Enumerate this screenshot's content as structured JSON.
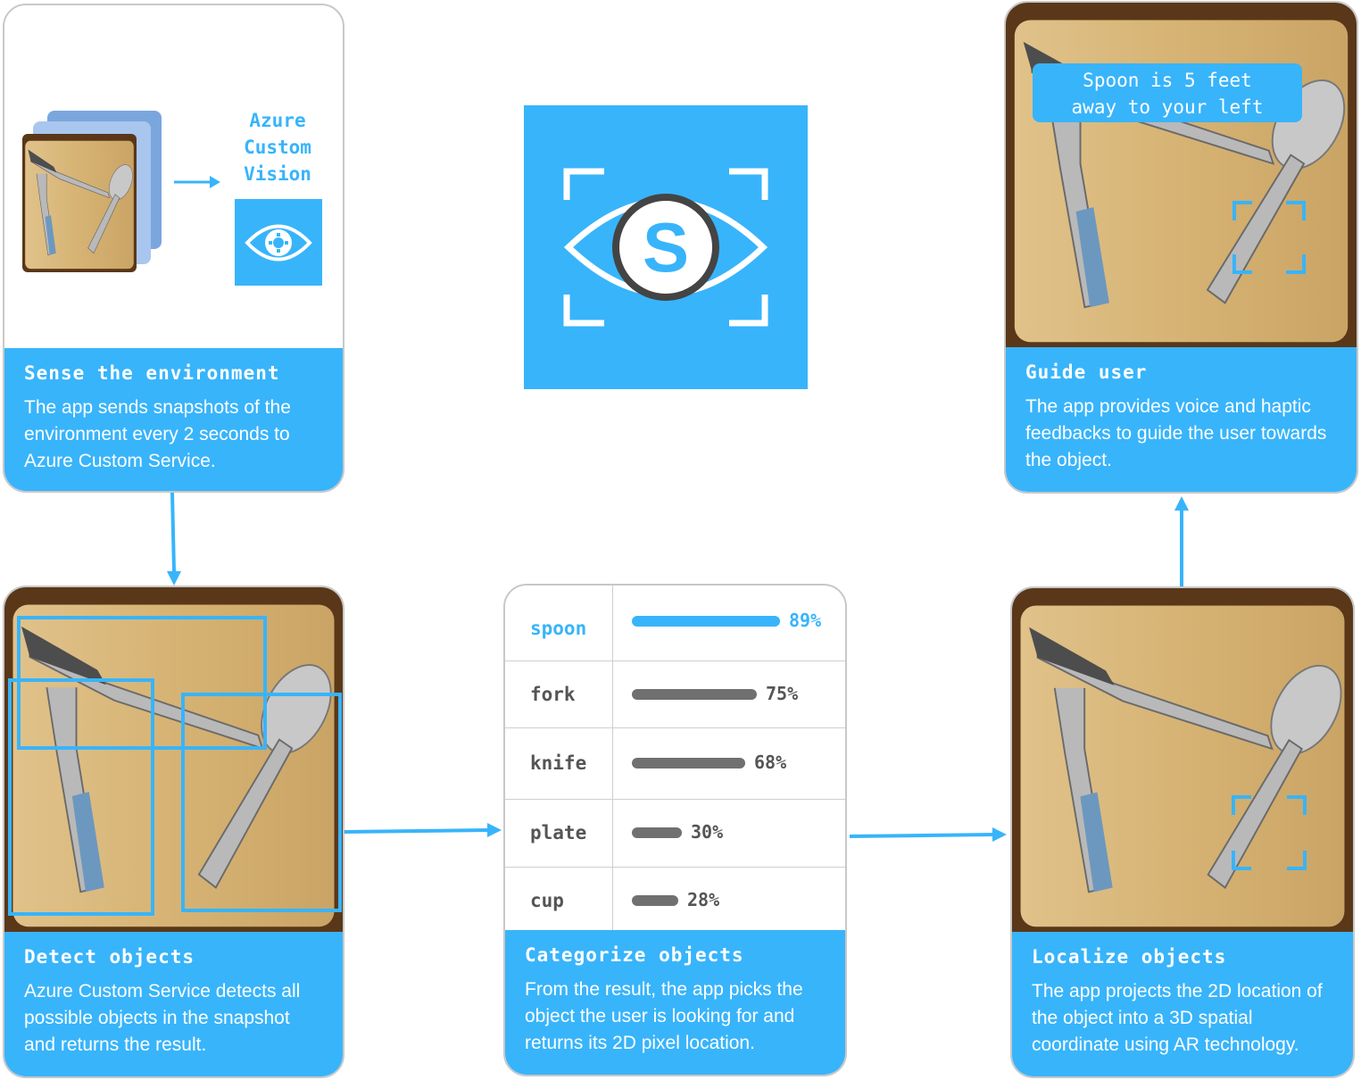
{
  "sense": {
    "title": "Sense the environment",
    "text": "The app sends snapshots of the environment every 2 seconds to Azure Custom Service.",
    "service_label": [
      "Azure",
      "Custom",
      "Vision"
    ]
  },
  "guide": {
    "title": "Guide user",
    "text": "The app provides voice and haptic feedbacks to guide the user towards the object.",
    "bubble": [
      "Spoon is 5 feet",
      "away to your left"
    ]
  },
  "detect": {
    "title": "Detect objects",
    "text": "Azure Custom Service detects all possible objects in the snapshot and returns the result."
  },
  "categorize": {
    "title": "Categorize objects",
    "text": "From the result, the app picks the object the user is looking for and returns its 2D pixel location.",
    "rows": [
      {
        "label": "spoon",
        "pct": "89%",
        "value": 0.89,
        "highlight": true
      },
      {
        "label": "fork",
        "pct": "75%",
        "value": 0.75,
        "highlight": false
      },
      {
        "label": "knife",
        "pct": "68%",
        "value": 0.68,
        "highlight": false
      },
      {
        "label": "plate",
        "pct": "30%",
        "value": 0.3,
        "highlight": false
      },
      {
        "label": "cup",
        "pct": "28%",
        "value": 0.28,
        "highlight": false
      }
    ]
  },
  "localize": {
    "title": "Localize objects",
    "text": "The app projects the 2D location of the object into a 3D spatial coordinate using AR technology."
  },
  "logo": {
    "letter": "S"
  },
  "colors": {
    "accent": "#38b4fb",
    "bar_gray": "#707070",
    "wood": "#c99a55",
    "dark_wood": "#4a2e16"
  },
  "icons": [
    "eye-gear-icon",
    "eye-logo-icon",
    "arrow-icon",
    "focus-bracket-icon"
  ]
}
